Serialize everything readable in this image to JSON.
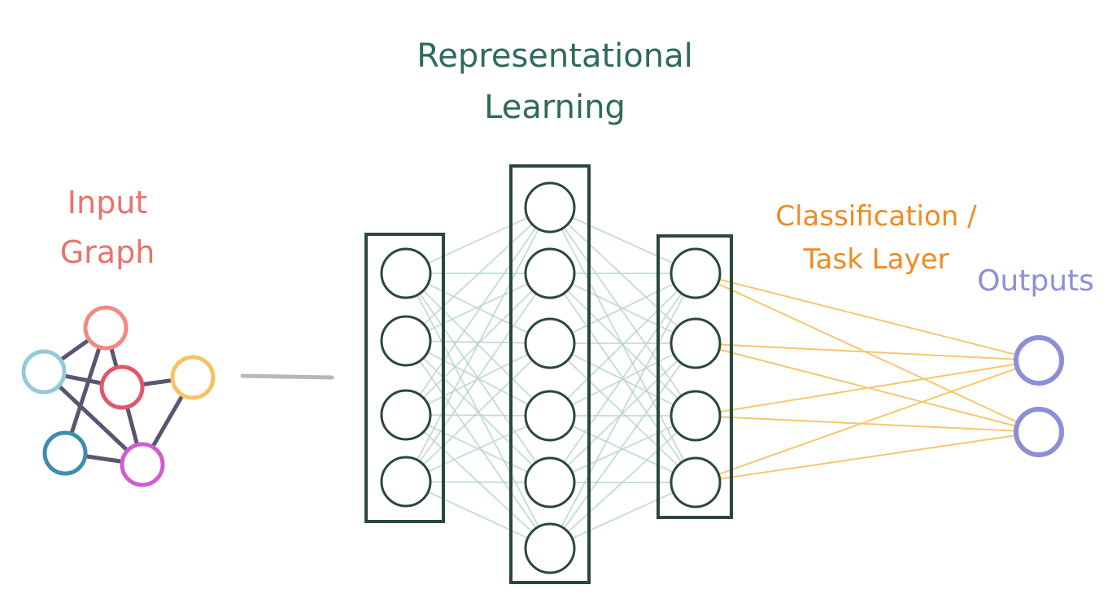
{
  "labels": {
    "input": [
      "Input",
      "Graph"
    ],
    "representational": [
      "Representational",
      "Learning"
    ],
    "classification": [
      "Classification /",
      "Task Layer"
    ],
    "outputs": "Outputs"
  },
  "graph": {
    "nodes": [
      {
        "id": "top",
        "color": "#f08a82"
      },
      {
        "id": "left",
        "color": "#92cad8"
      },
      {
        "id": "center",
        "color": "#e0576a"
      },
      {
        "id": "right",
        "color": "#f6c362"
      },
      {
        "id": "bottom-left",
        "color": "#3d8db2"
      },
      {
        "id": "bottom-right",
        "color": "#cc5ed2"
      }
    ],
    "edges": [
      [
        "top",
        "left"
      ],
      [
        "top",
        "center"
      ],
      [
        "top",
        "bottom-left"
      ],
      [
        "left",
        "center"
      ],
      [
        "left",
        "bottom-right"
      ],
      [
        "center",
        "right"
      ],
      [
        "center",
        "bottom-right"
      ],
      [
        "right",
        "bottom-right"
      ],
      [
        "bottom-left",
        "bottom-right"
      ]
    ],
    "edge_color": "#5a5571"
  },
  "layers": [
    {
      "name": "layer-1",
      "neurons": 4
    },
    {
      "name": "layer-2",
      "neurons": 6
    },
    {
      "name": "layer-3",
      "neurons": 4
    }
  ],
  "outputs_count": 2,
  "colors": {
    "input_label": "#e8736a",
    "representational_label": "#2f6a5c",
    "classification_label": "#f08a1e",
    "outputs_label": "#8f8fd6",
    "network_stroke": "#294740",
    "hidden_connections": "#b9d6cf",
    "task_connections": "#f6c76c",
    "output_nodes": "#8e8ed6",
    "arrow": "#b7b7b7"
  }
}
